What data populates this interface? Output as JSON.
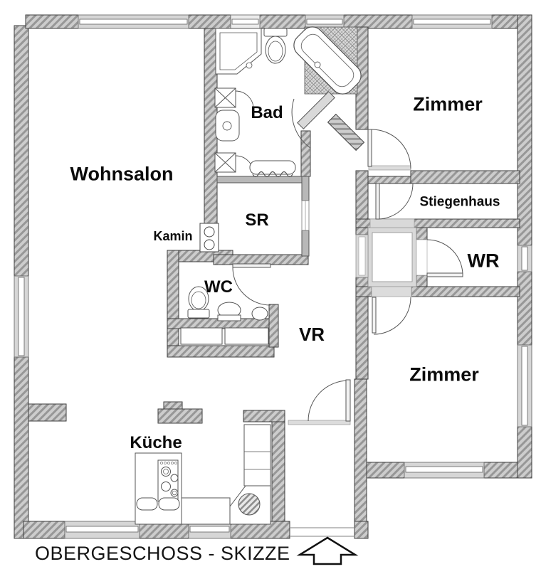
{
  "title": "OBERGESCHOSS - SKIZZE",
  "labels": {
    "wohnsalon": "Wohnsalon",
    "bad": "Bad",
    "zimmer_top": "Zimmer",
    "stiegenhaus": "Stiegenhaus",
    "wr": "WR",
    "sr": "SR",
    "kamin": "Kamin",
    "wc": "WC",
    "vr": "VR",
    "zimmer_bottom": "Zimmer",
    "kueche": "Küche"
  },
  "icons": {
    "north_arrow": "north-arrow"
  },
  "colors": {
    "wall_hatch_line": "#8f8f8f",
    "wall_base": "#cdcdcd",
    "window_fill": "#d6d6d6",
    "threshold_fill": "#dcdcdc",
    "outline": "#3f3f3f",
    "label_color": "#0b0b0b"
  }
}
